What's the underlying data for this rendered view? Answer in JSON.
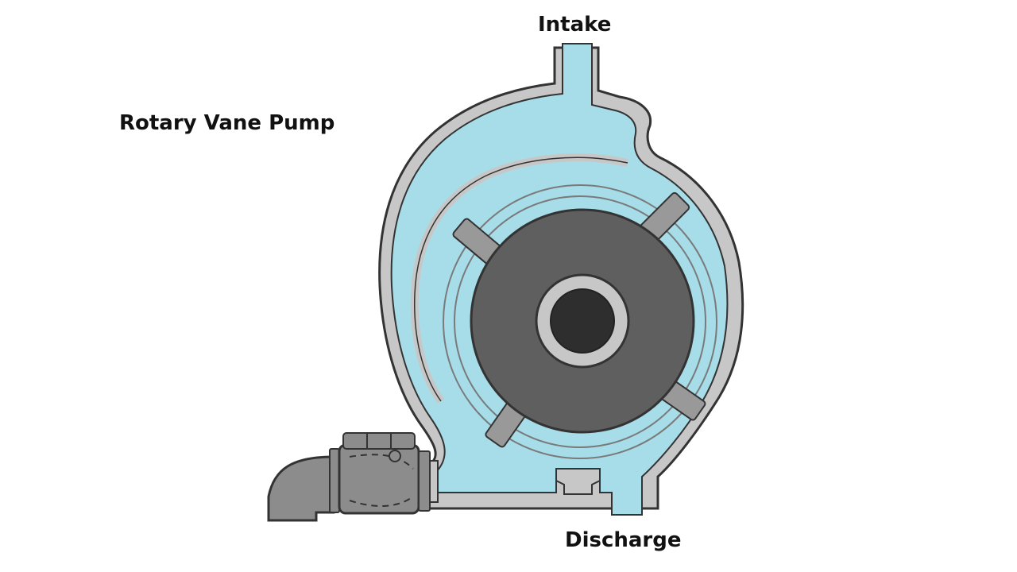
{
  "diagram": {
    "title": "Rotary Vane Pump",
    "labels": {
      "intake": "Intake",
      "discharge": "Discharge"
    }
  },
  "colors": {
    "background": "#ffffff",
    "fluid": "#a6dde9",
    "casing": "#c7c7c7",
    "outline": "#333333",
    "rotor": "#5f5f5f",
    "shaft": "#2e2e2e",
    "vane": "#999999",
    "vane_tip": "#3a3a3a",
    "valve": "#8c8c8c"
  }
}
